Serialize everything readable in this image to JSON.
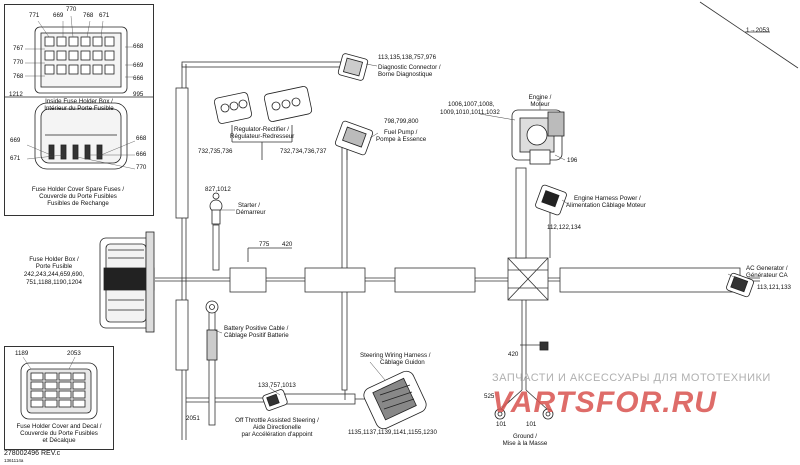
{
  "top_right_ref": "1→2053",
  "inset_fuse_box": {
    "callouts_top": [
      "771",
      "669",
      "770",
      "768",
      "671"
    ],
    "callouts_left": [
      "767",
      "770",
      "768"
    ],
    "callouts_right": [
      "668",
      "669",
      "666"
    ],
    "label_1212": "1212",
    "label_995": "995",
    "title_line1": "Inside Fuse Holder Box /",
    "title_line2": "Intérieur du Porte Fusible"
  },
  "inset_spare_fuses": {
    "left_callouts": [
      "669",
      "671"
    ],
    "right_callouts": [
      "668",
      "666",
      "770"
    ],
    "title_line1": "Fuse Holder Cover Spare Fuses /",
    "title_line2": "Couvercle du Porte Fusibles",
    "title_line3": "Fusibles de Rechange"
  },
  "inset_cover_decal": {
    "left_ref": "1189",
    "right_ref": "2053",
    "title_line1": "Fuse Holder Cover and Decal /",
    "title_line2": "Couvercle du Porte Fusibles",
    "title_line3": "et Décalque"
  },
  "fuse_holder_box": {
    "title_line1": "Fuse Holder Box /",
    "title_line2": "Porte Fusible",
    "refs_line1": "242,243,244,659,690,",
    "refs_line2": "751,1188,1190,1204"
  },
  "diagnostic": {
    "refs": "113,135,138,757,976",
    "line1": "Diagnostic Connector /",
    "line2": "Borne Diagnostique"
  },
  "regulator": {
    "line1": "Regulator-Rectifier /",
    "line2": "Régulateur-Redresseur",
    "refs_left": "732,735,736",
    "refs_right": "732,734,736,737"
  },
  "fuel_pump": {
    "refs": "798,799,800",
    "line1": "Fuel Pump /",
    "line2": "Pompe à Essence"
  },
  "engine": {
    "line1": "Engine /",
    "line2": "Moteur",
    "refs_line1": "1006,1007,1008,",
    "refs_line2": "1009,1010,1011,1032",
    "ref_196": "196"
  },
  "engine_harness": {
    "line1": "Engine Harness Power /",
    "line2": "Alimentation Câblage Moteur",
    "refs": "112,122,134"
  },
  "starter": {
    "refs": "827,1012",
    "line1": "Starter /",
    "line2": "Démarreur"
  },
  "center_refs": {
    "r775": "775",
    "r420": "420"
  },
  "ac_generator": {
    "line1": "AC Generator /",
    "line2": "Générateur  CA",
    "refs": "113,121,133"
  },
  "battery": {
    "line1": "Battery Positive Cable /",
    "line2": "Câblage Positif Batterie"
  },
  "steering": {
    "line1": "Steering Wiring Harness /",
    "line2": "Câblage Guidon",
    "refs": "1135,1137,1139,1141,1155,1230"
  },
  "throttle": {
    "refs": "133,757,1013",
    "line1": "Off Throttle Assisted Steering /",
    "line2": "Aide Directionelle",
    "line3": "par Accélération d'appoint",
    "ref_2051": "2051"
  },
  "ground": {
    "ref_420": "420",
    "ref_525": "525",
    "ref_101a": "101",
    "ref_101b": "101",
    "line1": "Ground /",
    "line2": "Mise à la Masse"
  },
  "watermark": {
    "line1": "ЗАПЧАСТИ И АКСЕССУАРЫ ДЛЯ МОТОТЕХНИКИ",
    "brand": "VARTSFOR.RU"
  },
  "footer": {
    "doc_ref": "278002496 REV.c",
    "small": "1361114a"
  }
}
